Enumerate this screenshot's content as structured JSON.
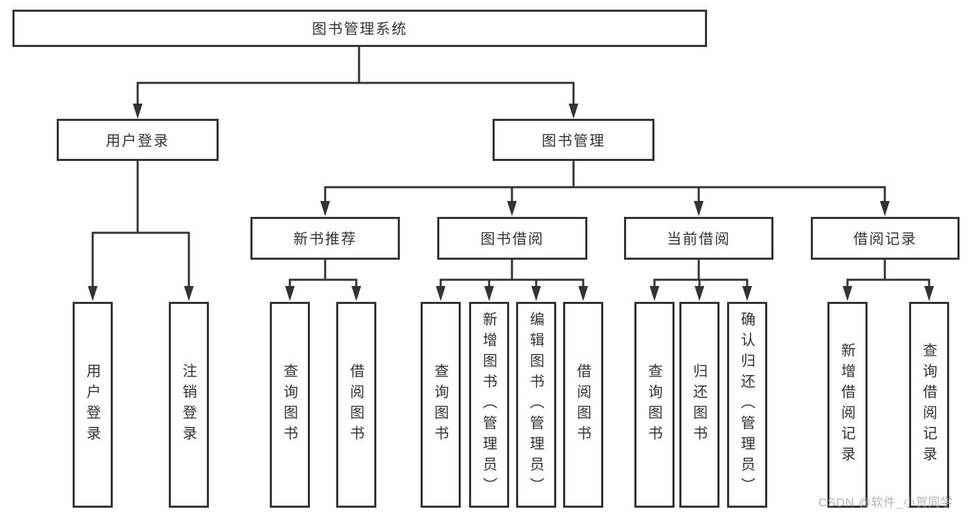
{
  "tree": {
    "root": {
      "label": "图书管理系统"
    },
    "children": [
      {
        "label": "用户登录",
        "children": [
          {
            "label": "用户登录"
          },
          {
            "label": "注销登录"
          }
        ]
      },
      {
        "label": "图书管理",
        "children": [
          {
            "label": "新书推荐",
            "children": [
              {
                "label": "查询图书"
              },
              {
                "label": "借阅图书"
              }
            ]
          },
          {
            "label": "图书借阅",
            "children": [
              {
                "label": "查询图书"
              },
              {
                "label": "新增图书（管理员）"
              },
              {
                "label": "编辑图书（管理员）"
              },
              {
                "label": "借阅图书"
              }
            ]
          },
          {
            "label": "当前借阅",
            "children": [
              {
                "label": "查询图书"
              },
              {
                "label": "归还图书"
              },
              {
                "label": "确认归还（管理员）"
              }
            ]
          },
          {
            "label": "借阅记录",
            "children": [
              {
                "label": "新增借阅记录"
              },
              {
                "label": "查询借阅记录"
              }
            ]
          }
        ]
      }
    ]
  },
  "watermark": {
    "text": "CSDN @软件_小贺同学"
  },
  "colors": {
    "line": "#333333",
    "box_border": "#333333",
    "text": "#333333",
    "watermark": "#a4a4a4",
    "background": "#ffffff"
  }
}
